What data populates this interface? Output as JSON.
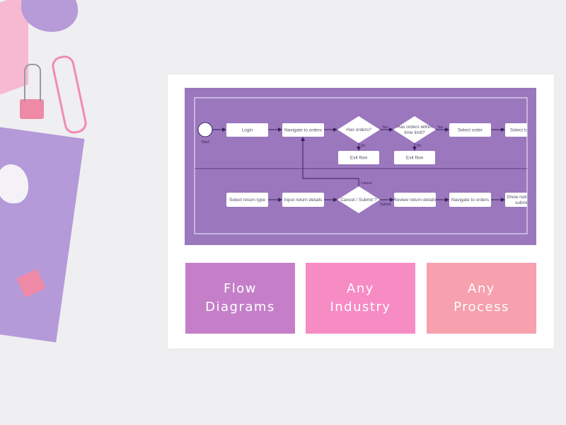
{
  "colors": {
    "background": "#efeef1",
    "diagram_panel": "#9b77bd",
    "tile_1": "#c47fc8",
    "tile_2": "#f78bc4",
    "tile_3": "#f7a0ae"
  },
  "flowchart": {
    "start_label": "Start",
    "row1": {
      "login": "Login",
      "navigate": "Navigate  to orders",
      "has_orders": "Has orders?",
      "has_orders_limit_1": "Has orders within",
      "has_orders_limit_2": "time limit?",
      "select_order": "Select order",
      "select_clipped": "Select lo",
      "exit_1": "Exit flow",
      "exit_2": "Exit flow",
      "yes_1": "Yes",
      "yes_2": "Yes",
      "no_1": "No",
      "no_2": "No"
    },
    "row2": {
      "select_return_type": "Select return type",
      "input_return_details": "Input return details",
      "cancel_submit": "Cancel / Submit ?",
      "review_return_details": "Review return details",
      "navigate": "Navigate  to orders",
      "show_notif_1": "Show notifi",
      "show_notif_2": "submi",
      "cancel_label": "Cancel",
      "submit_label": "Submit"
    }
  },
  "tiles": [
    {
      "label": "Flow\nDiagrams"
    },
    {
      "label": "Any\nIndustry"
    },
    {
      "label": "Any\nProcess"
    }
  ]
}
